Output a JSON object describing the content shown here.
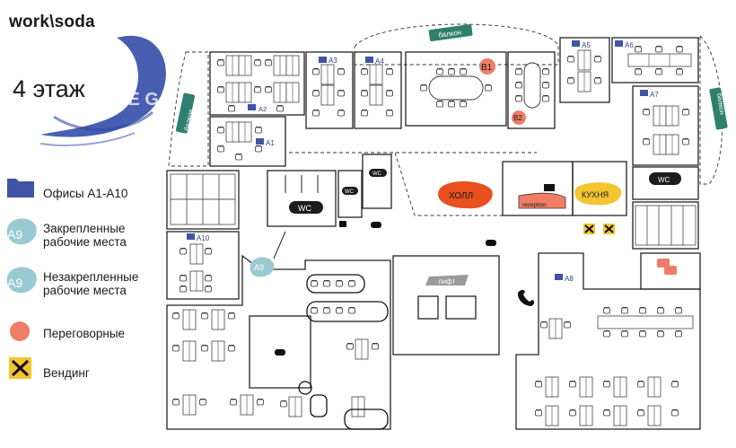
{
  "brand": {
    "logo_text": "work\\soda"
  },
  "floor_title": "4 этаж",
  "colors": {
    "folder": "#3f54a6",
    "room_tag": "#2f3f8f",
    "balcony": "#2f7f6e",
    "meeting": "#ef7d67",
    "hall": "#e8501f",
    "kitchen": "#f2c531",
    "vending": "#f2c531",
    "wc": "#1c1c1c",
    "hot_desk": "#9bc9d2",
    "fixed_desk": "#9bc9d2",
    "speech_bubble": "#ef7d67"
  },
  "legend": [
    {
      "id": "offices",
      "icon": "folder-icon",
      "label": "Офисы А1-А10"
    },
    {
      "id": "fixed",
      "icon": "fixed-desk-badge",
      "badge": "А9",
      "label_line1": "Закрепленные",
      "label_line2": "рабочие места"
    },
    {
      "id": "flex",
      "icon": "flex-desk-badge",
      "badge": "А9",
      "label_line1": "Незакрепленные",
      "label_line2": "рабочие места"
    },
    {
      "id": "meeting",
      "icon": "meeting-dot-icon",
      "label": "Переговорные"
    },
    {
      "id": "vending",
      "icon": "vending-icon",
      "label": "Вендинг"
    }
  ],
  "rooms": {
    "a1": "А1",
    "a2": "А2",
    "a3": "А3",
    "a4": "А4",
    "a5": "А5",
    "a6": "А6",
    "a7": "А7",
    "a8": "А8",
    "a9": "А9",
    "a10": "А10"
  },
  "labels": {
    "balcony_top": "балкон",
    "balcony_left": "балкон",
    "balcony_right": "балкон",
    "meeting_b1": "B1",
    "meeting_b2": "B2",
    "wc_main": "WC",
    "wc_small1": "WC",
    "wc_small2": "WC",
    "wc_right": "WC",
    "hall": "ХОЛЛ",
    "reception": "reception",
    "kitchen": "КУХНЯ",
    "lift": "лифт",
    "watermark": "CE GA"
  }
}
